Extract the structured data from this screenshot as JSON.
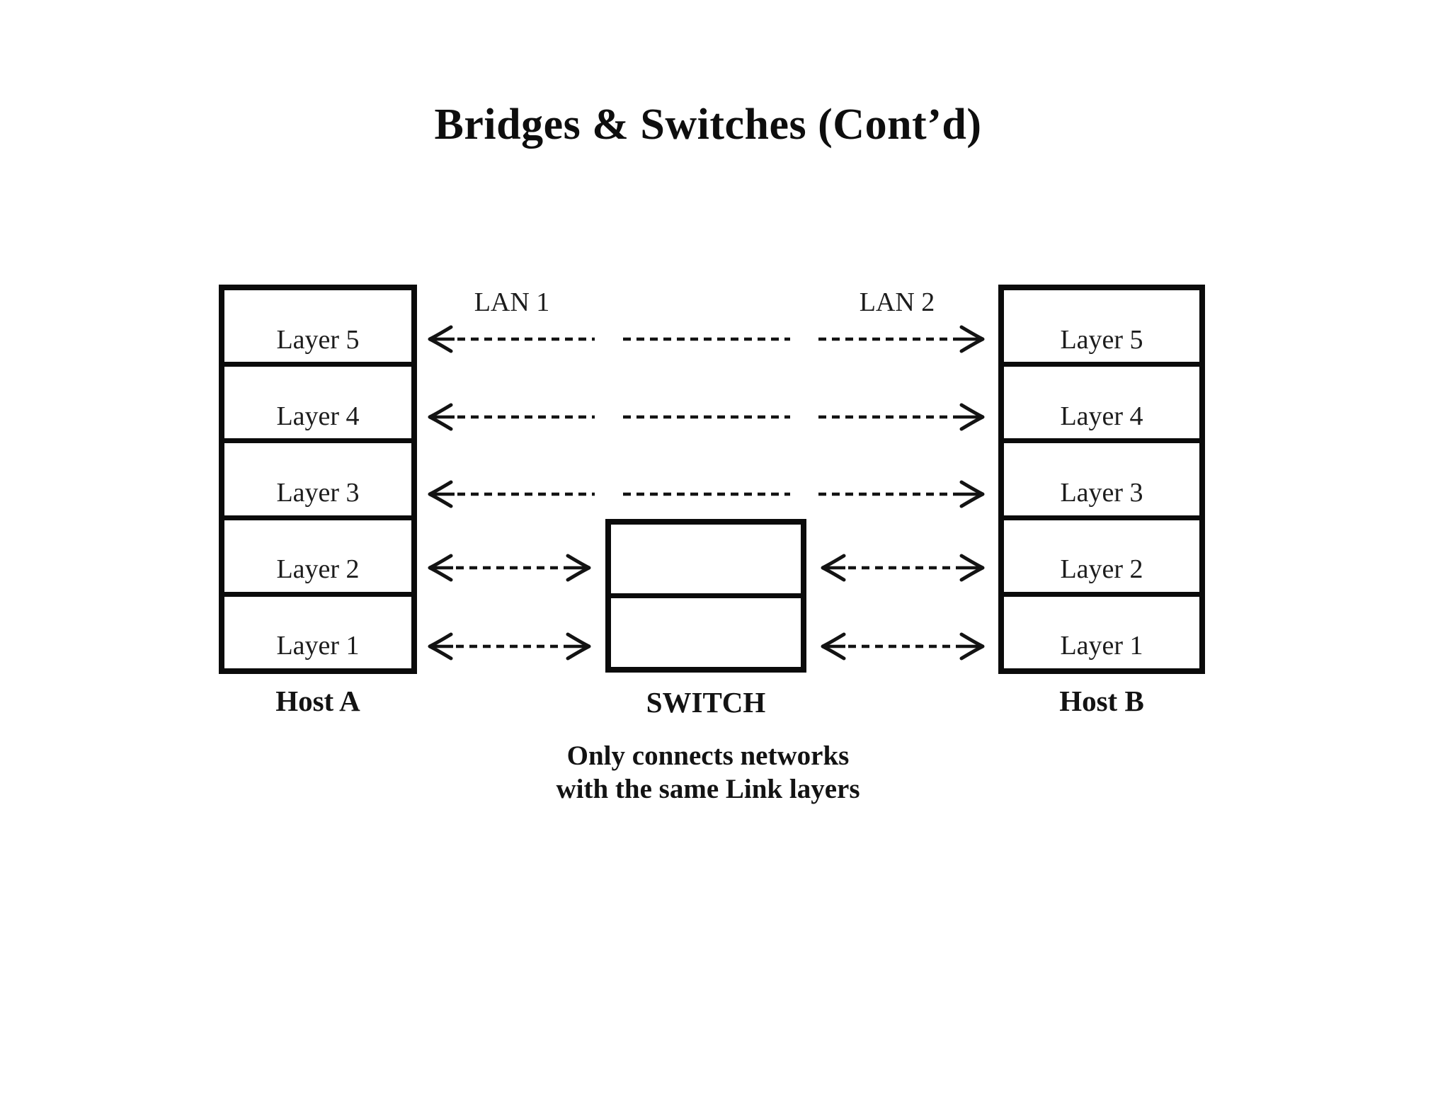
{
  "slide": {
    "title": "Bridges & Switches (Cont’d)",
    "ink_color": "#161616",
    "background_color": "#ffffff"
  },
  "diagram": {
    "lan1_label": "LAN 1",
    "lan2_label": "LAN 2",
    "host_a": {
      "name": "Host A",
      "layers": [
        "Layer 5",
        "Layer 4",
        "Layer 3",
        "Layer 2",
        "Layer 1"
      ]
    },
    "host_b": {
      "name": "Host B",
      "layers": [
        "Layer 5",
        "Layer 4",
        "Layer 3",
        "Layer 2",
        "Layer 1"
      ]
    },
    "switch": {
      "name": "SWITCH",
      "compartments": 2,
      "note": [
        "Only connects networks",
        "with the same Link layers"
      ]
    }
  }
}
